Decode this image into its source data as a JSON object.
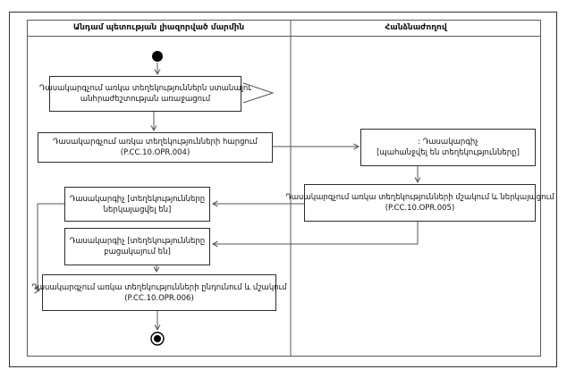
{
  "diagram": {
    "lanes": [
      {
        "title": "Անդամ պետության լիազորված մարմին"
      },
      {
        "title": "Հանձնաժողով"
      }
    ],
    "nodes": {
      "need": {
        "line1": "Դասակարգչում առկա տեղեկություններն ստանալու",
        "line2": "անհրաժեշտության առաջացում"
      },
      "query": {
        "line1": "Դասակարգչում առկա տեղեկությունների հարցում",
        "line2": "(P.CC.10.OPR.004)"
      },
      "classifier_requested": {
        "line1": ": Դասակարգիչ",
        "line2": "[պահանջվել են տեղեկությունները]"
      },
      "process_present": {
        "line1": "Դասակարգչում առկա տեղեկությունների մշակում և ներկայացում",
        "line2": "(P.CC.10.OPR.005)"
      },
      "classifier_presented": {
        "line1": "Դասակարգիչ [տեղեկությունները",
        "line2": "ներկայացվել են]"
      },
      "classifier_absent": {
        "line1": "Դասակարգիչ [տեղեկությունները",
        "line2": "բացակայում են]"
      },
      "receive_process": {
        "line1": "Դասակարգչում առկա տեղեկությունների ընդունում և մշակում",
        "line2": "(P.CC.10.OPR.006)"
      }
    },
    "colors": {
      "line": "#555555",
      "box_border": "#2d2d2d",
      "node_fill": "#000000",
      "background": "#ffffff"
    }
  }
}
